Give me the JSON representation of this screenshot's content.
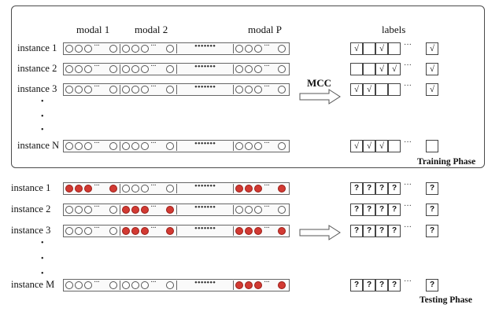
{
  "headers": {
    "modal1": "modal 1",
    "modal2": "modal 2",
    "modalP": "modal  P",
    "labels": "labels"
  },
  "method": "MCC",
  "phases": {
    "training": "Training Phase",
    "testing": "Testing Phase"
  },
  "training_rows": [
    {
      "label": "instance 1",
      "labels": [
        "√",
        "",
        "√",
        "",
        "√"
      ]
    },
    {
      "label": "instance 2",
      "labels": [
        "",
        "",
        "√",
        "√",
        "√"
      ]
    },
    {
      "label": "instance 3",
      "labels": [
        "√",
        "√",
        "",
        "",
        "√"
      ]
    },
    {
      "label": "instance N",
      "labels": [
        "√",
        "√",
        "√",
        "",
        ""
      ]
    }
  ],
  "testing_rows": [
    {
      "label": "instance 1",
      "filled_modals": [
        "modal1",
        "modalP"
      ],
      "labels": [
        "?",
        "?",
        "?",
        "?",
        "?"
      ]
    },
    {
      "label": "instance 2",
      "filled_modals": [
        "modal2"
      ],
      "labels": [
        "?",
        "?",
        "?",
        "?",
        "?"
      ]
    },
    {
      "label": "instance 3",
      "filled_modals": [
        "modal2",
        "modalP"
      ],
      "labels": [
        "?",
        "?",
        "?",
        "?",
        "?"
      ]
    },
    {
      "label": "instance M",
      "filled_modals": [
        "modalP"
      ],
      "labels": [
        "?",
        "?",
        "?",
        "?",
        "?"
      ]
    }
  ],
  "colors": {
    "filled_feature": "#d23a33",
    "frame": "#4a4a4a"
  }
}
